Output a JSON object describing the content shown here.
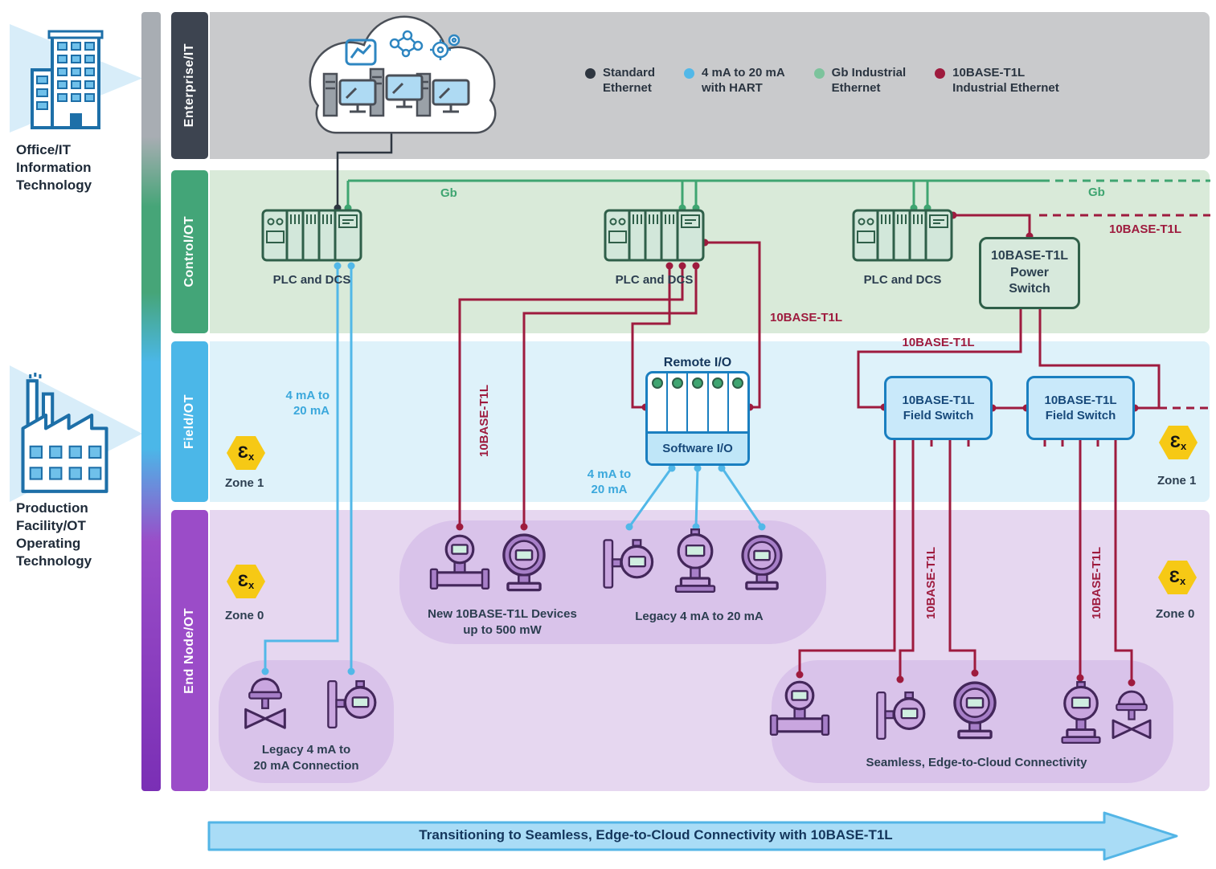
{
  "colors": {
    "standard_ethernet": "#2e3640",
    "hart_4_20ma": "#52b8e8",
    "gb_ethernet": "#3fa571",
    "t1l_ethernet": "#9e1b3e"
  },
  "sidebar": {
    "office_label": "Office/IT\nInformation\nTechnology",
    "production_label": "Production\nFacility/OT\nOperating\nTechnology"
  },
  "bands": {
    "enterprise": "Enterprise/IT",
    "control": "Control/OT",
    "field": "Field/OT",
    "endnode": "End Node/OT"
  },
  "legend": {
    "items": [
      {
        "label": "Standard\nEthernet",
        "color": "#2e3640"
      },
      {
        "label": "4 mA to 20 mA\nwith HART",
        "color": "#52b8e8"
      },
      {
        "label": "Gb Industrial\nEthernet",
        "color": "#7cc39c"
      },
      {
        "label": "10BASE-T1L\nIndustrial Ethernet",
        "color": "#9e1b3e"
      }
    ]
  },
  "nodes": {
    "plc1": "PLC and DCS",
    "plc2": "PLC and DCS",
    "plc3": "PLC and DCS",
    "power_switch": "10BASE-T1L\nPower\nSwitch",
    "field_switch_1": "10BASE-T1L\nField Switch",
    "field_switch_2": "10BASE-T1L\nField Switch",
    "remote_io": "Remote I/O",
    "software_io": "Software I/O"
  },
  "line_labels": {
    "gb_left": "Gb",
    "gb_right": "Gb",
    "t1l_top_right": "10BASE-T1L",
    "t1l_plc2": "10BASE-T1L",
    "t1l_mid": "10BASE-T1L",
    "t1l_field_switch": "10BASE-T1L",
    "t1l_fs1_drop": "10BASE-T1L",
    "t1l_fs2_drop": "10BASE-T1L",
    "ma_left": "4 mA to\n20 mA",
    "ma_mid": "4 mA to\n20 mA"
  },
  "zones": {
    "ex_symbol": "Ɛ",
    "ex_sub": "x",
    "zone1_left": "Zone 1",
    "zone1_right": "Zone 1",
    "zone0_left": "Zone 0",
    "zone0_right": "Zone 0"
  },
  "clusters": {
    "new_t1l_devices": "New 10BASE-T1L Devices\nup to 500 mW",
    "legacy_4_20": "Legacy 4 mA to 20 mA",
    "legacy_connection": "Legacy 4 mA to\n20 mA Connection",
    "seamless": "Seamless, Edge-to-Cloud Connectivity"
  },
  "footer": {
    "arrow_text": "Transitioning to Seamless, Edge-to-Cloud Connectivity with 10BASE-T1L"
  },
  "icons": {
    "cloud": "cloud-with-servers-icon",
    "office": "office-building-icon",
    "factory": "factory-icon",
    "ex_marking": "atex-ex-hexagon-icon",
    "plc": "plc-rack-icon",
    "device_types": [
      "flow-meter-icon",
      "dp-transmitter-icon",
      "gauge-transmitter-icon",
      "pressure-transmitter-icon",
      "control-valve-icon"
    ]
  }
}
